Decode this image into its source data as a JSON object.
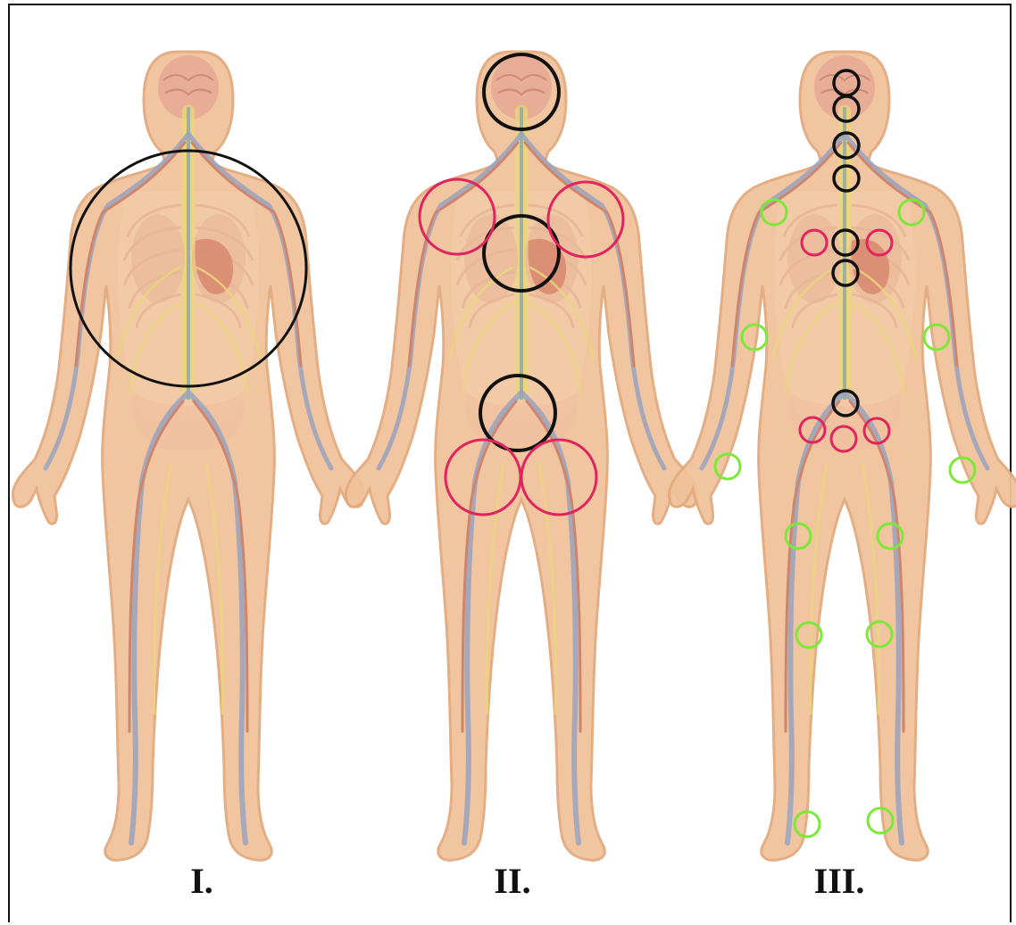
{
  "figure": {
    "panels": [
      {
        "id": "panel-1",
        "label": "I."
      },
      {
        "id": "panel-2",
        "label": "II."
      },
      {
        "id": "panel-3",
        "label": "III."
      }
    ]
  },
  "colors": {
    "frame": "#111111",
    "skin": "#f1c29a",
    "skin_edge": "#e3aa7e",
    "organ": "#d98a70",
    "brain": "#e5a894",
    "nerve_yellow": "#e9d77a",
    "vessel_blue": "#9aa4bf",
    "vessel_red": "#c97a66",
    "spine": "#b8c0b2",
    "circle_black": "#111111",
    "circle_red": "#e0245e",
    "circle_green": "#7de83a"
  }
}
